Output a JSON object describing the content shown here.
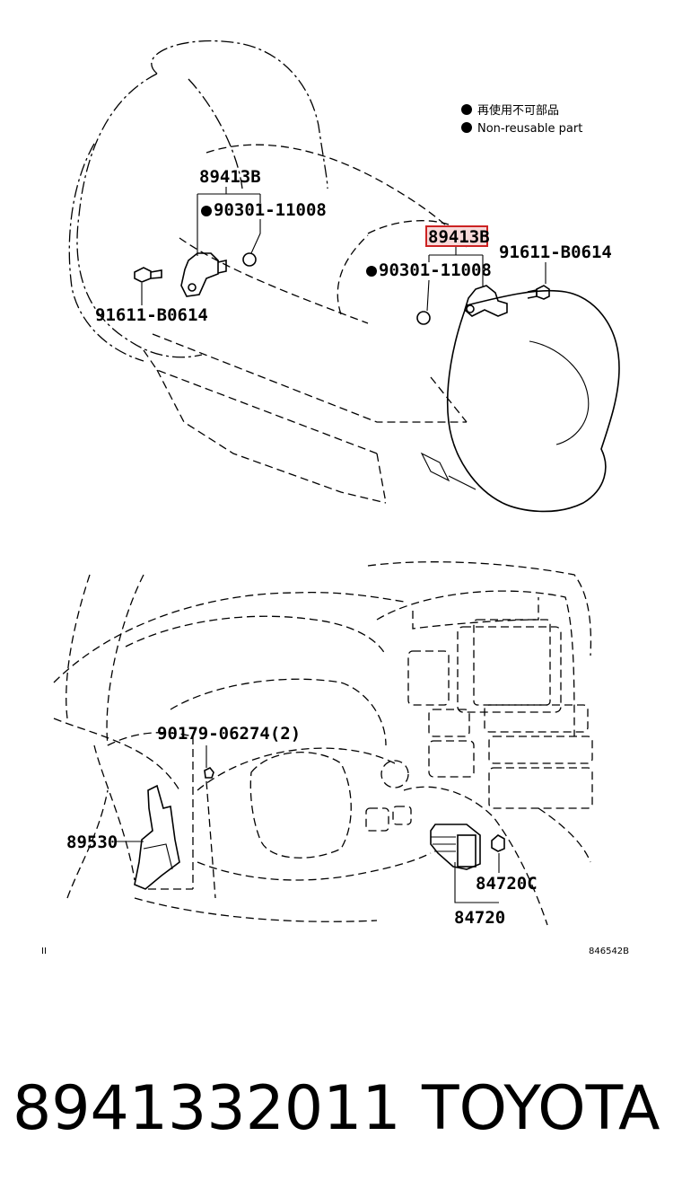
{
  "legend": {
    "line1": "再使用不可部品",
    "line2": "Non-reusable part"
  },
  "top_diagram": {
    "labels": {
      "sensor_left": "89413B",
      "oring_left": "90301-11008",
      "bolt_left": "91611-B0614",
      "sensor_right": "89413B",
      "oring_right": "90301-11008",
      "bolt_right": "91611-B0614"
    },
    "highlighted_part": "89413B"
  },
  "bottom_diagram": {
    "labels": {
      "screw": "90179-06274(2)",
      "ecu": "89530",
      "switch_bulb": "84720C",
      "switch": "84720"
    },
    "corner_left": "II",
    "corner_right": "846542B"
  },
  "caption": {
    "part_number": "8941332011",
    "brand": "TOYOTA"
  }
}
